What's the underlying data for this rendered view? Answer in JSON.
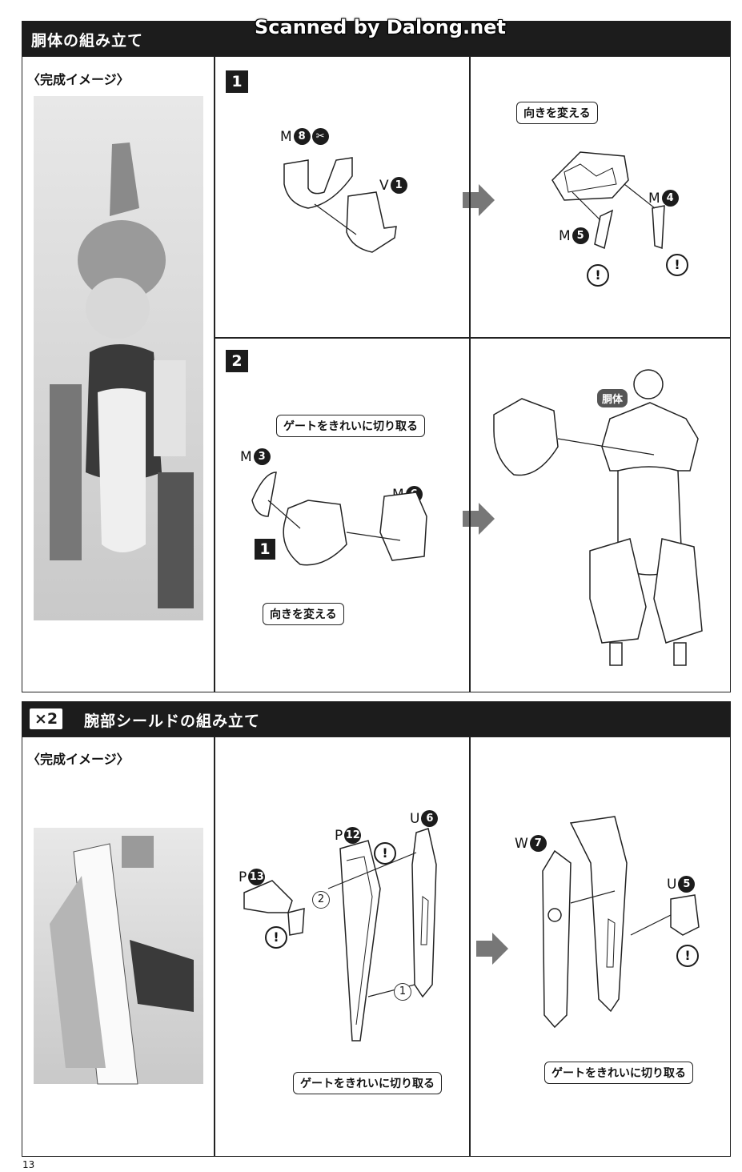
{
  "watermark": "Scanned by Dalong.net",
  "section1": {
    "title": "胴体の組み立て",
    "preview_label": "〈完成イメージ〉",
    "step1": {
      "number": "1",
      "parts": {
        "m8": {
          "letter": "M",
          "num": "8"
        },
        "v1": {
          "letter": "V",
          "num": "1"
        },
        "m4": {
          "letter": "M",
          "num": "4"
        },
        "m5": {
          "letter": "M",
          "num": "5"
        }
      },
      "callout_turn": "向きを変える",
      "warn": "!"
    },
    "step2": {
      "number": "2",
      "callout_gate": "ゲートをきれいに切り取る",
      "callout_turn": "向きを変える",
      "sub_ref": "1",
      "parts": {
        "m3": {
          "letter": "M",
          "num": "3"
        },
        "m6": {
          "letter": "M",
          "num": "6"
        }
      },
      "torso_badge": "胴体"
    }
  },
  "section2": {
    "multiplier": "×2",
    "title": "腕部シールドの組み立て",
    "preview_label": "〈完成イメージ〉",
    "left": {
      "parts": {
        "p13": {
          "letter": "P",
          "num": "13"
        },
        "p12": {
          "letter": "P",
          "num": "12"
        },
        "u6": {
          "letter": "U",
          "num": "6"
        }
      },
      "order1": "1",
      "order2": "2",
      "callout_gate": "ゲートをきれいに切り取る",
      "warn": "!"
    },
    "right": {
      "parts": {
        "w7": {
          "letter": "W",
          "num": "7"
        },
        "u5": {
          "letter": "U",
          "num": "5"
        }
      },
      "callout_gate": "ゲートをきれいに切り取る",
      "warn": "!"
    }
  },
  "page_number": "13"
}
